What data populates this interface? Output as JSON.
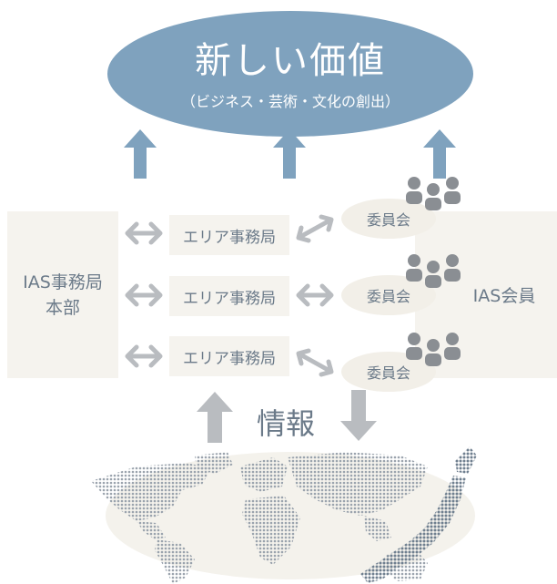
{
  "header": {
    "title": "新しい価値",
    "subtitle": "（ビジネス・芸術・文化の創出）"
  },
  "hq": {
    "line1": "IAS事務局",
    "line2": "本部"
  },
  "member": {
    "label": "IAS会員"
  },
  "areas": [
    "エリア事務局",
    "エリア事務局",
    "エリア事務局"
  ],
  "committees": [
    "委員会",
    "委員会",
    "委員会"
  ],
  "info": {
    "label": "情報"
  },
  "colors": {
    "accent_blue": "#7fa2be",
    "arrow_gray": "#b9bcc0",
    "panel_bg": "#f5f3ee",
    "text_gray": "#6b7a89",
    "person_gray": "#8a8e93",
    "map_gray": "#9aa3ad",
    "japan": "#6f7f8f"
  },
  "icons": [
    "up-arrow-icon",
    "double-arrow-icon",
    "person-group-icon",
    "down-arrow-icon",
    "world-map-icon"
  ]
}
